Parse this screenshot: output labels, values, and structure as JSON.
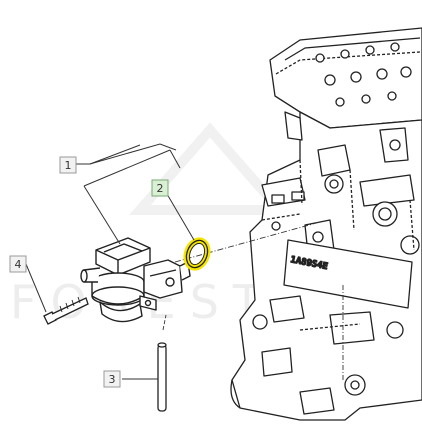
{
  "diagram": {
    "callouts": [
      {
        "id": "1",
        "label": "1",
        "highlighted": false
      },
      {
        "id": "2",
        "label": "2",
        "highlighted": true
      },
      {
        "id": "3",
        "label": "3",
        "highlighted": false
      },
      {
        "id": "4",
        "label": "4",
        "highlighted": false
      }
    ],
    "colors": {
      "ink": "#222222",
      "callout_box": "#f2f2f2",
      "callout_box_highlight": "#d9f0d4",
      "callout_border": "#9a9a9a",
      "gasket_highlight": "#f5e400",
      "watermark": "#d8d8d8"
    },
    "watermark_text": "FORESTCRAFT",
    "engine_casting_text": "1A89S4E"
  }
}
